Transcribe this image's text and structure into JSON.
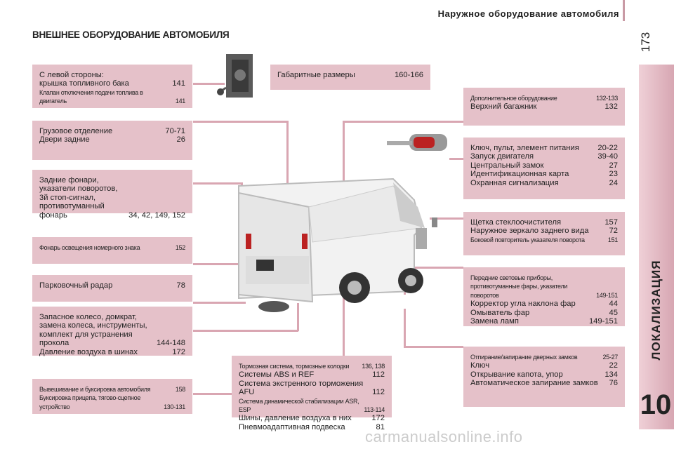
{
  "header": {
    "section": "Наружное оборудование автомобиля",
    "page": "173"
  },
  "sidebar": {
    "label": "ЛОКАЛИЗАЦИЯ",
    "chapter": "10"
  },
  "title": "ВНЕШНЕЕ ОБОРУДОВАНИЕ АВТОМОБИЛЯ",
  "left_boxes": [
    {
      "rows": [
        {
          "label": "С левой стороны:",
          "page": ""
        },
        {
          "label": "крышка топливного бака",
          "page": "141"
        },
        {
          "label": "Клапан отключения подачи топлива в двигатель",
          "page": "141",
          "small": true
        }
      ]
    },
    {
      "rows": [
        {
          "label": "Грузовое отделение",
          "page": "70-71"
        },
        {
          "label": "Двери задние",
          "page": "26"
        }
      ]
    },
    {
      "rows": [
        {
          "label": "Задние фонари, указатели поворотов, 3й стоп-сигнал, противотуманный фонарь",
          "page": "34, 42, 149, 152"
        }
      ]
    },
    {
      "rows": [
        {
          "label": "Фонарь освещения номерного знака",
          "page": "152",
          "small": true
        }
      ]
    },
    {
      "rows": [
        {
          "label": "Парковочный радар",
          "page": "78"
        }
      ]
    },
    {
      "rows": [
        {
          "label": "Запасное колесо, домкрат, замена колеса, инструменты, комплект для устранения прокола",
          "page": "144-148"
        },
        {
          "label": "Давление воздуха в шинах",
          "page": "172"
        }
      ]
    },
    {
      "rows": [
        {
          "label": "Вывешивание и буксировка автомобиля",
          "page": "158",
          "small": true
        },
        {
          "label": "Буксировка прицепа, тягово-сцепное устройство",
          "page": "130-131",
          "small": true
        }
      ]
    }
  ],
  "center_boxes": [
    {
      "rows": [
        {
          "label": "Габаритные размеры",
          "page": "160-166"
        }
      ]
    },
    {
      "rows": [
        {
          "label": "Тормозная система, тормозные колодки",
          "page": "136, 138",
          "small": true
        },
        {
          "label": "Системы ABS и REF",
          "page": "112"
        },
        {
          "label": "Система экстренного торможения AFU",
          "page": "112"
        },
        {
          "label": "Система динамической стабилизации ASR, ESP",
          "page": "113-114",
          "small": true
        },
        {
          "label": "Шины, давление воздуха в них",
          "page": "172"
        },
        {
          "label": "Пневмоадаптивная подвеска",
          "page": "81"
        }
      ]
    }
  ],
  "right_boxes": [
    {
      "rows": [
        {
          "label": "Дополнительное оборудование",
          "page": "132-133",
          "small": true
        },
        {
          "label": "Верхний багажник",
          "page": "132"
        }
      ]
    },
    {
      "rows": [
        {
          "label": "Ключ, пульт, элемент питания",
          "page": "20-22"
        },
        {
          "label": "Запуск двигателя",
          "page": "39-40"
        },
        {
          "label": "Центральный замок",
          "page": "27"
        },
        {
          "label": "Идентификационная карта",
          "page": "23"
        },
        {
          "label": "Охранная сигнализация",
          "page": "24"
        }
      ]
    },
    {
      "rows": [
        {
          "label": "Щетка стеклоочистителя",
          "page": "157"
        },
        {
          "label": "Наружное зеркало заднего вида",
          "page": "72"
        },
        {
          "label": "Боковой повторитель указателя поворота",
          "page": "151",
          "small": true
        }
      ]
    },
    {
      "rows": [
        {
          "label": "Передние световые приборы, противотуманные фары, указатели поворотов",
          "page": "149-151",
          "small": true
        },
        {
          "label": "Корректор угла наклона фар",
          "page": "44"
        },
        {
          "label": "Омыватель фар",
          "page": "45"
        },
        {
          "label": "Замена ламп",
          "page": "149-151"
        }
      ]
    },
    {
      "rows": [
        {
          "label": "Отпирание/запирание дверных замков",
          "page": "25-27",
          "small": true
        },
        {
          "label": "Ключ",
          "page": "22"
        },
        {
          "label": "Открывание капота, упор",
          "page": "134"
        },
        {
          "label": "Автоматическое запирание замков",
          "page": "76"
        }
      ]
    }
  ],
  "watermark": "carmanualsonline.info"
}
